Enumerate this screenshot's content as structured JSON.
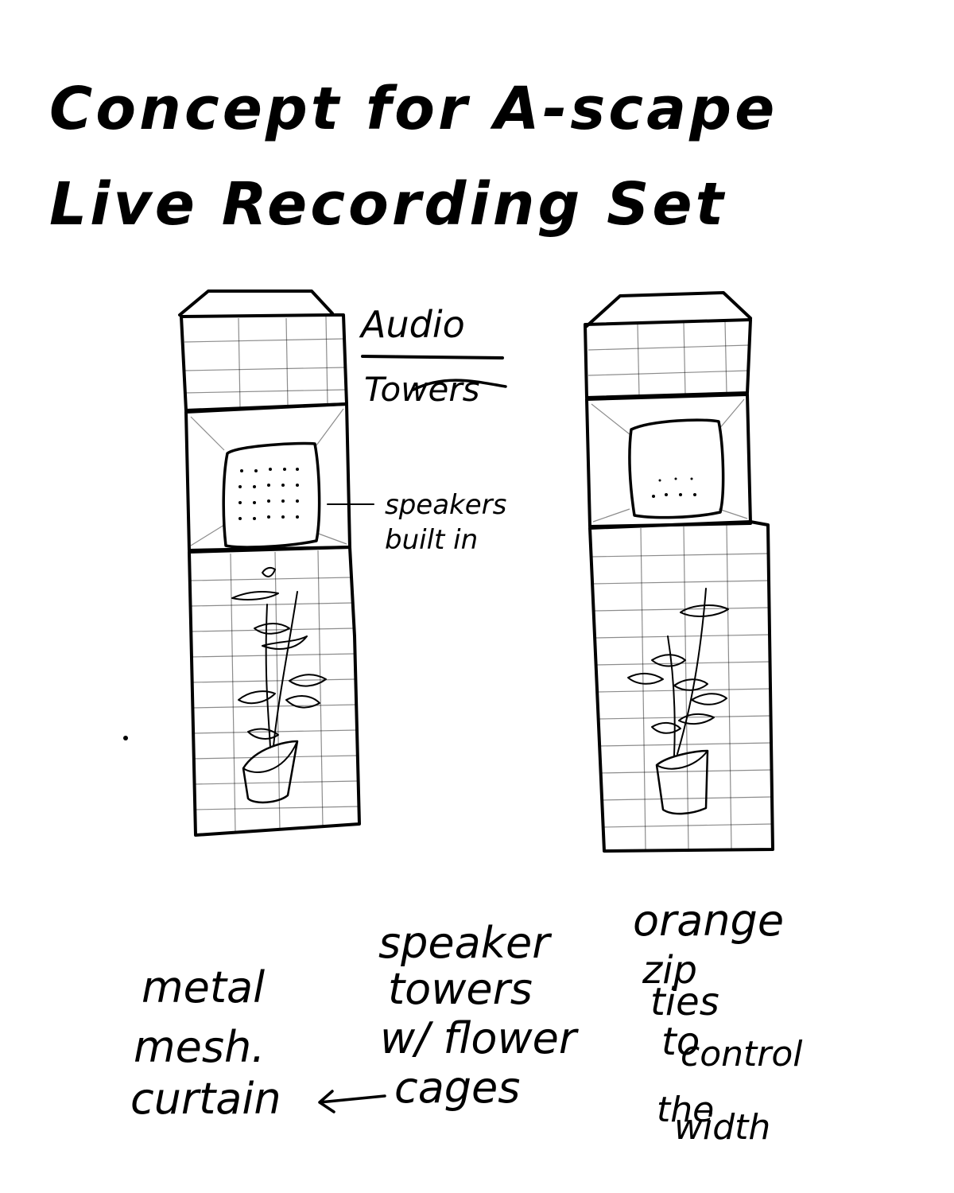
{
  "title": {
    "line1": "Concept for A-scape",
    "line2": "Live Recording Set"
  },
  "annotations": {
    "audio": "Audio",
    "towers": "Towers",
    "speakers_line1": "speakers",
    "speakers_line2": "built in"
  },
  "notes": {
    "left": [
      "metal",
      "mesh.",
      "curtain"
    ],
    "middle": [
      "speaker",
      "towers",
      "w/ flower",
      "cages"
    ],
    "right": [
      "orange",
      "zip",
      "ties",
      "to",
      "control",
      "the",
      "width"
    ]
  },
  "colors": {
    "ink": "#000000",
    "paper": "#ffffff"
  }
}
